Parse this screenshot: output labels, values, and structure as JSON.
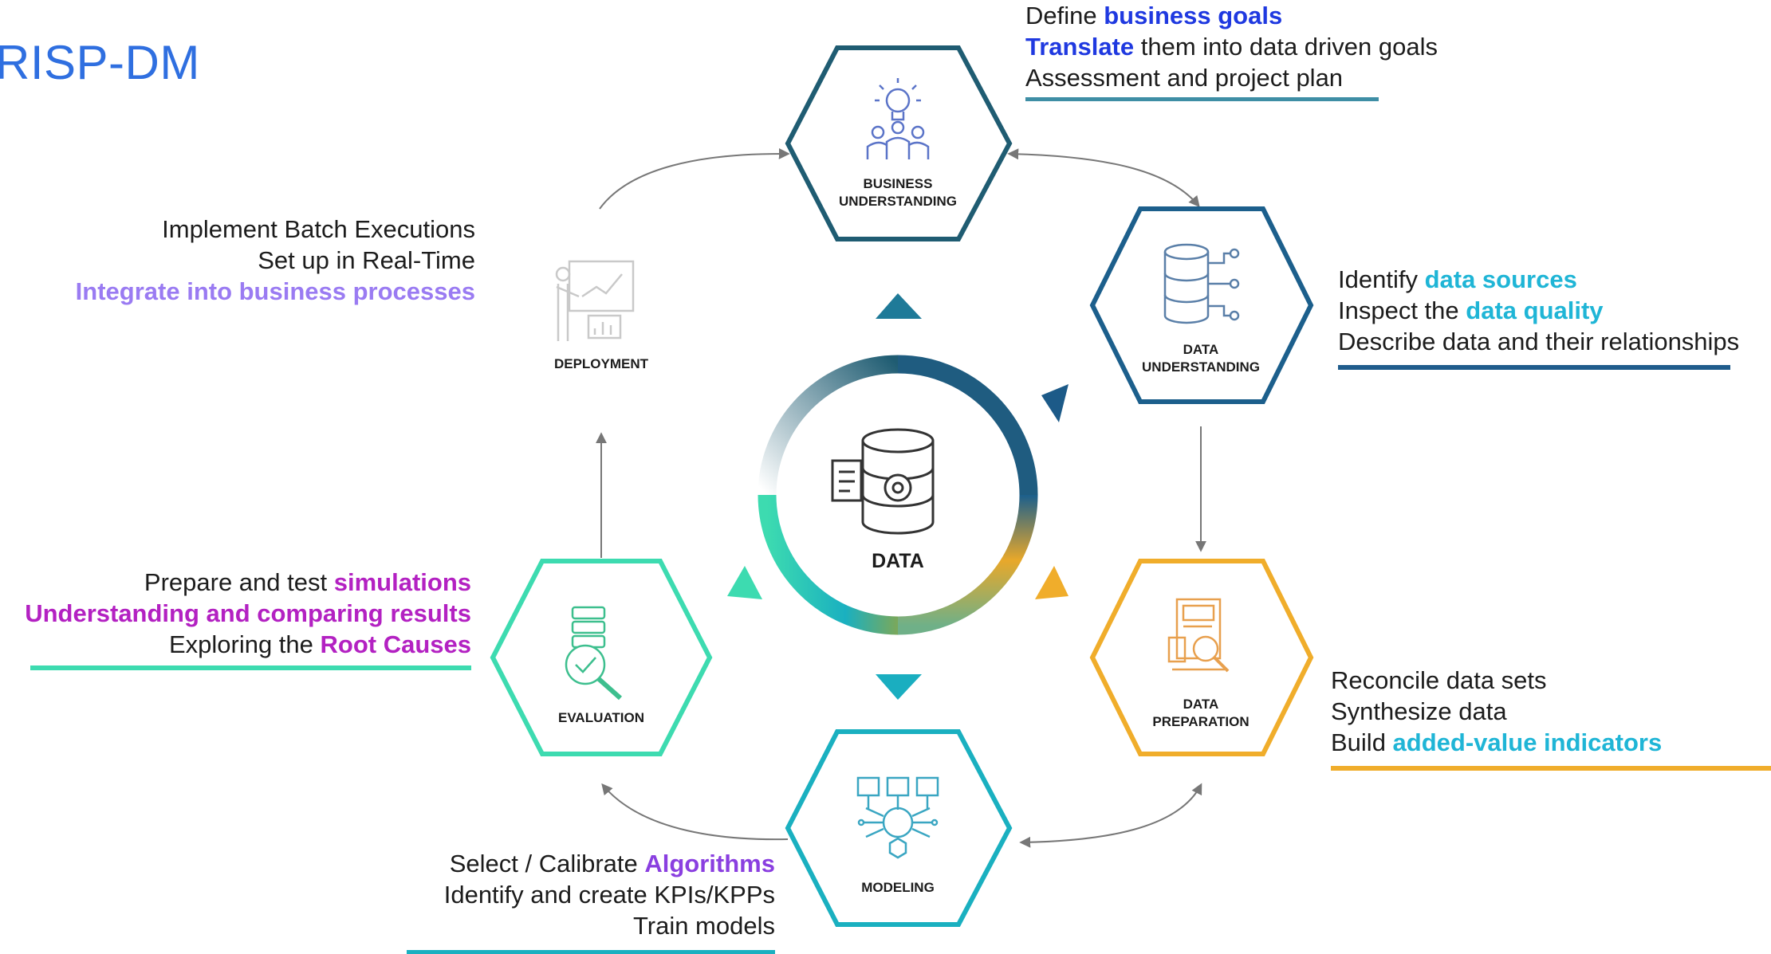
{
  "title": "RISP-DM",
  "center": {
    "label": "DATA",
    "icon": "database-gear-icon"
  },
  "colors": {
    "business": "#1f5c72",
    "data_understanding": "#1c5f8c",
    "preparation": "#f0ad2b",
    "modeling": "#1ab0c0",
    "evaluation": "#3ddbb0",
    "deployment": "#cfcfcf",
    "title": "#2f6fe0",
    "blue": "#1f39e0",
    "cyan": "#1fb5d6",
    "purple": "#8a3fe0",
    "magenta": "#b321c2",
    "lavender": "#9a7bf2"
  },
  "phases": {
    "business": {
      "label_line1": "BUSINESS",
      "label_line2": "UNDERSTANDING",
      "icon": "team-lightbulb-icon"
    },
    "data_understanding": {
      "label_line1": "DATA",
      "label_line2": "UNDERSTANDING",
      "icon": "database-network-icon"
    },
    "preparation": {
      "label_line1": "DATA",
      "label_line2": "PREPARATION",
      "icon": "document-magnifier-icon"
    },
    "modeling": {
      "label_line1": "MODELING",
      "icon": "neural-network-icon"
    },
    "evaluation": {
      "label_line1": "EVALUATION",
      "icon": "server-search-icon"
    },
    "deployment": {
      "label_line1": "DEPLOYMENT",
      "icon": "presentation-chart-icon"
    }
  },
  "text": {
    "business": {
      "l1_a": "Define ",
      "l1_b": "business goals",
      "l2_a": "Translate",
      "l2_b": " them into data driven goals",
      "l3": "Assessment and project plan"
    },
    "data_understanding": {
      "l1_a": "Identify ",
      "l1_b": "data sources",
      "l2_a": "Inspect the ",
      "l2_b": "data quality",
      "l3": "Describe data and their relationships"
    },
    "preparation": {
      "l1": "Reconcile data sets",
      "l2": "Synthesize data",
      "l3_a": "Build ",
      "l3_b": "added-value indicators"
    },
    "modeling": {
      "l1_a": "Select / Calibrate ",
      "l1_b": "Algorithms",
      "l2": "Identify and create KPIs/KPPs",
      "l3": "Train models"
    },
    "evaluation": {
      "l1_a": "Prepare and test ",
      "l1_b": "simulations",
      "l2": "Understanding and comparing results",
      "l3_a": "Exploring the ",
      "l3_b": "Root Causes"
    },
    "deployment": {
      "l1": "Implement Batch Executions",
      "l2": "Set up in Real-Time",
      "l3": "Integrate into business processes"
    }
  }
}
